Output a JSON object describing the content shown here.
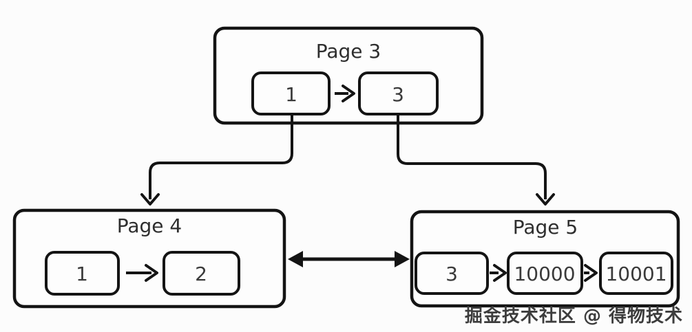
{
  "diagram": {
    "type": "b-tree-page-linkage",
    "pages": {
      "page3": {
        "title": "Page 3",
        "records": [
          "1",
          "3"
        ]
      },
      "page4": {
        "title": "Page 4",
        "records": [
          "1",
          "2"
        ]
      },
      "page5": {
        "title": "Page 5",
        "records": [
          "3",
          "10000",
          "10001"
        ]
      }
    },
    "edges": [
      {
        "from": "page3:record-1",
        "to": "page4",
        "style": "elbow-arrow-down"
      },
      {
        "from": "page3:record-3",
        "to": "page5",
        "style": "elbow-arrow-down"
      },
      {
        "from": "page4",
        "to": "page5",
        "style": "double-headed-arrow"
      }
    ],
    "colors": {
      "background": "#fcfcfc",
      "stroke": "#141414",
      "text": "#3a3a3a",
      "watermark": "#3d3d3d"
    }
  },
  "watermark": {
    "text": "掘金技术社区 @ 得物技术"
  }
}
